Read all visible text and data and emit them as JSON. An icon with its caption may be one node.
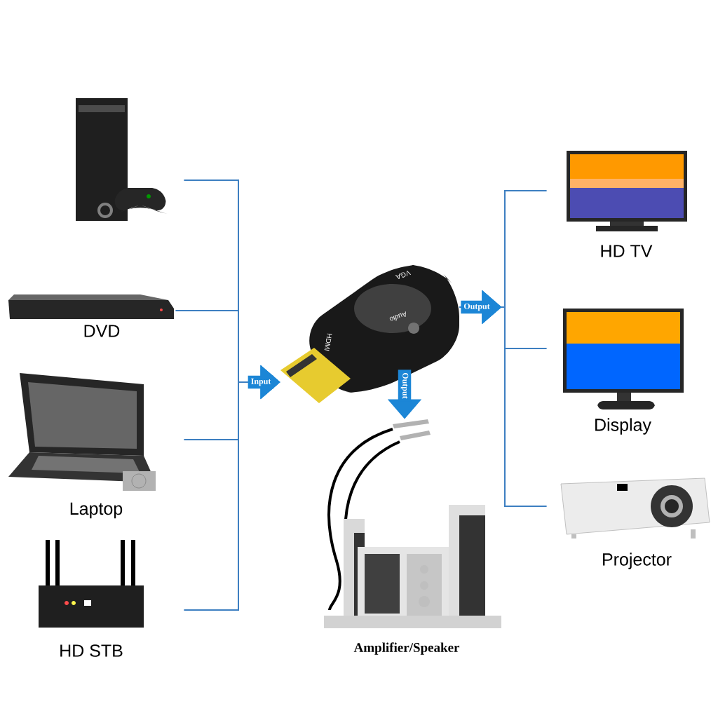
{
  "diagram": {
    "nodes": [
      {
        "text": [],
        "shape": "picture"
      },
      {
        "text": [
          "DVD"
        ]
      },
      {
        "text": [
          "Laptop"
        ]
      },
      {
        "text": [
          "HD STB"
        ]
      },
      {
        "text": [],
        "shape": "picture"
      },
      {
        "text": [
          "HD TV"
        ]
      },
      {
        "text": [
          "Display"
        ]
      },
      {
        "text": [
          "Projector"
        ]
      },
      {
        "text": [
          "Amplifier/Speaker"
        ]
      }
    ],
    "edges": [
      {
        "from": 0,
        "to": 4,
        "arrow": "to",
        "label": "Input"
      },
      {
        "from": 1,
        "to": 4,
        "arrow": "to"
      },
      {
        "from": 2,
        "to": 4,
        "arrow": "to"
      },
      {
        "from": 3,
        "to": 4,
        "arrow": "to"
      },
      {
        "from": 4,
        "to": 5,
        "arrow": "to",
        "label": "Output"
      },
      {
        "from": 4,
        "to": 6,
        "arrow": "to"
      },
      {
        "from": 4,
        "to": 7,
        "arrow": "to"
      },
      {
        "from": 4,
        "to": 8,
        "arrow": "to",
        "label": "Output"
      }
    ],
    "labels": [
      "VGA",
      "Audio",
      "HDMI"
    ]
  }
}
